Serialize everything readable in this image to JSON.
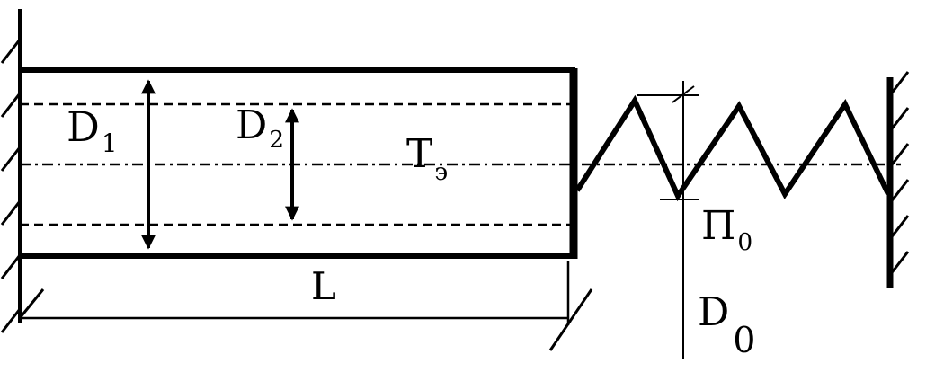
{
  "labels": {
    "d1": {
      "main": "D",
      "sub": "1"
    },
    "d2": {
      "main": "D",
      "sub": "2"
    },
    "te": {
      "main": "T",
      "sub": "э"
    },
    "l": "L",
    "p0": {
      "main": "П",
      "sub": "0"
    },
    "d0": {
      "main": "D",
      "sub": "0"
    }
  },
  "colors": {
    "ink": "#000000",
    "background": "#ffffff"
  }
}
